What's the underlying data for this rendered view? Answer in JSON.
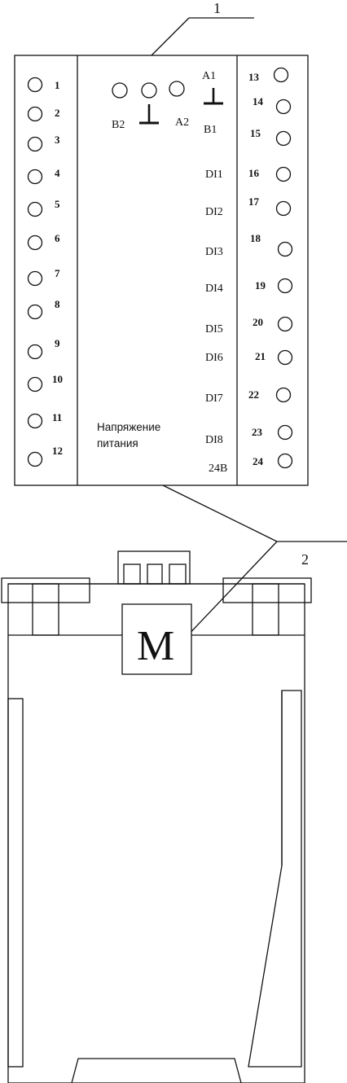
{
  "callouts": {
    "top": "1",
    "side": "2"
  },
  "left_pins": [
    "1",
    "2",
    "3",
    "4",
    "5",
    "6",
    "7",
    "8",
    "9",
    "10",
    "11",
    "12"
  ],
  "right_pins": [
    "13",
    "14",
    "15",
    "16",
    "17",
    "18",
    "19",
    "20",
    "21",
    "22",
    "23",
    "24"
  ],
  "signals": {
    "a1": "A1",
    "b2": "B2",
    "a2": "A2",
    "b1": "B1",
    "di": [
      "DI1",
      "DI2",
      "DI3",
      "DI4",
      "DI5",
      "DI6",
      "DI7",
      "DI8"
    ],
    "v24": "24B"
  },
  "power_label": {
    "line1": "Напряжение",
    "line2": "питания"
  },
  "side_label": "M"
}
